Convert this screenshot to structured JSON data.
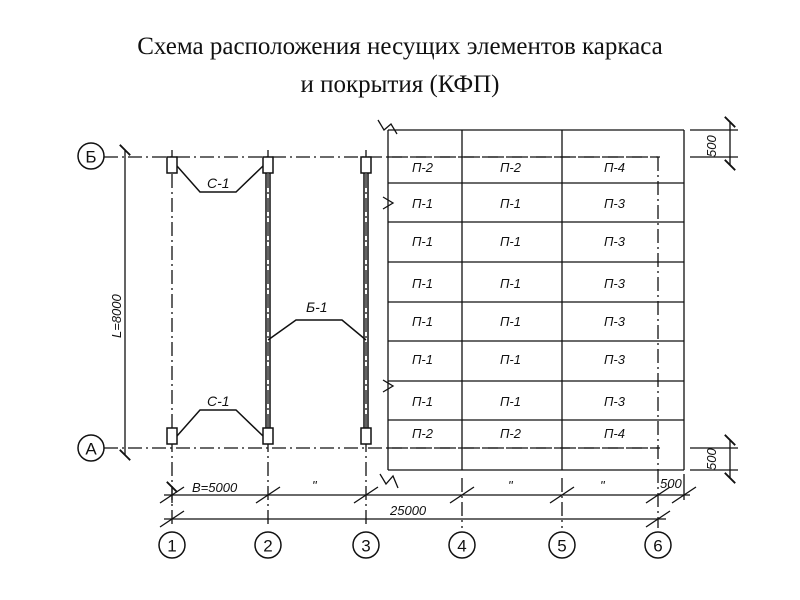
{
  "title": {
    "line1": "Схема расположения несущих элементов каркаса",
    "line2": "и покрытия (КФП)"
  },
  "row_axes": [
    "Б",
    "А"
  ],
  "column_axes": [
    "1",
    "2",
    "3",
    "4",
    "5",
    "6"
  ],
  "elements": {
    "column_top": "С-1",
    "column_bottom": "С-1",
    "beam": "Б-1"
  },
  "panel_rows": [
    [
      "П-2",
      "П-2",
      "П-4"
    ],
    [
      "П-1",
      "П-1",
      "П-3"
    ],
    [
      "П-1",
      "П-1",
      "П-3"
    ],
    [
      "П-1",
      "П-1",
      "П-3"
    ],
    [
      "П-1",
      "П-1",
      "П-3"
    ],
    [
      "П-1",
      "П-1",
      "П-3"
    ],
    [
      "П-1",
      "П-1",
      "П-3"
    ],
    [
      "П-2",
      "П-2",
      "П-4"
    ]
  ],
  "dimensions": {
    "span_length": "L=8000",
    "bay_width": "B=5000",
    "repeat_mark": "\"",
    "total_length": "25000",
    "overhang_top": "500",
    "overhang_bottom": "500",
    "overhang_end": "500"
  }
}
